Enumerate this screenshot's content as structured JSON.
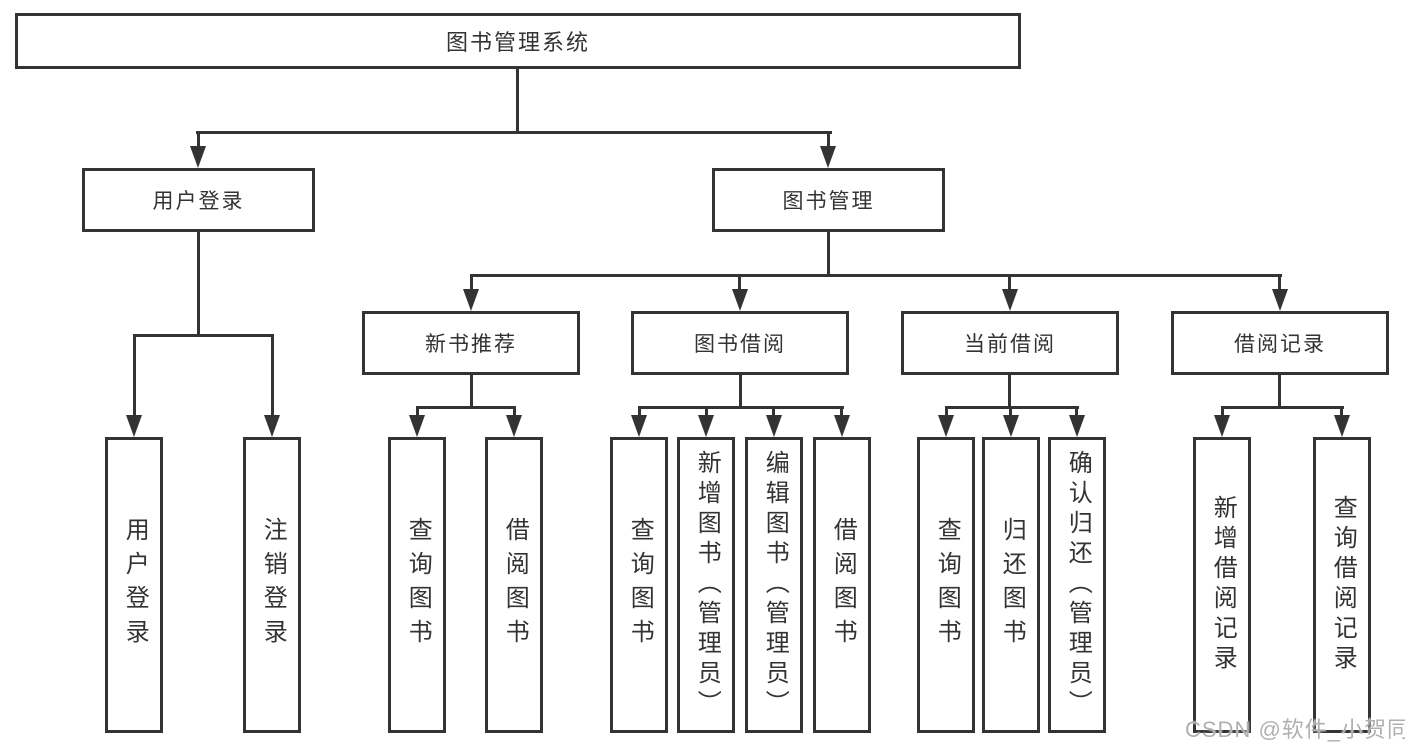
{
  "diagram_type": "tree",
  "colors": {
    "line": "#333333",
    "text": "#333333",
    "box_bg": "#ffffff",
    "background": "#ffffff",
    "watermark": "#b0b0b0"
  },
  "tree": {
    "label": "图书管理系统",
    "children": [
      {
        "label": "用户登录",
        "children": [
          {
            "label": "用户登录"
          },
          {
            "label": "注销登录"
          }
        ]
      },
      {
        "label": "图书管理",
        "children": [
          {
            "label": "新书推荐",
            "children": [
              {
                "label": "查询图书"
              },
              {
                "label": "借阅图书"
              }
            ]
          },
          {
            "label": "图书借阅",
            "children": [
              {
                "label": "查询图书"
              },
              {
                "label": "新增图书（管理员）"
              },
              {
                "label": "编辑图书（管理员）"
              },
              {
                "label": "借阅图书"
              }
            ]
          },
          {
            "label": "当前借阅",
            "children": [
              {
                "label": "查询图书"
              },
              {
                "label": "归还图书"
              },
              {
                "label": "确认归还（管理员）"
              }
            ]
          },
          {
            "label": "借阅记录",
            "children": [
              {
                "label": "新增借阅记录"
              },
              {
                "label": "查询借阅记录"
              }
            ]
          }
        ]
      }
    ]
  },
  "watermark": {
    "text": "CSDN @软件_小贺同学"
  }
}
